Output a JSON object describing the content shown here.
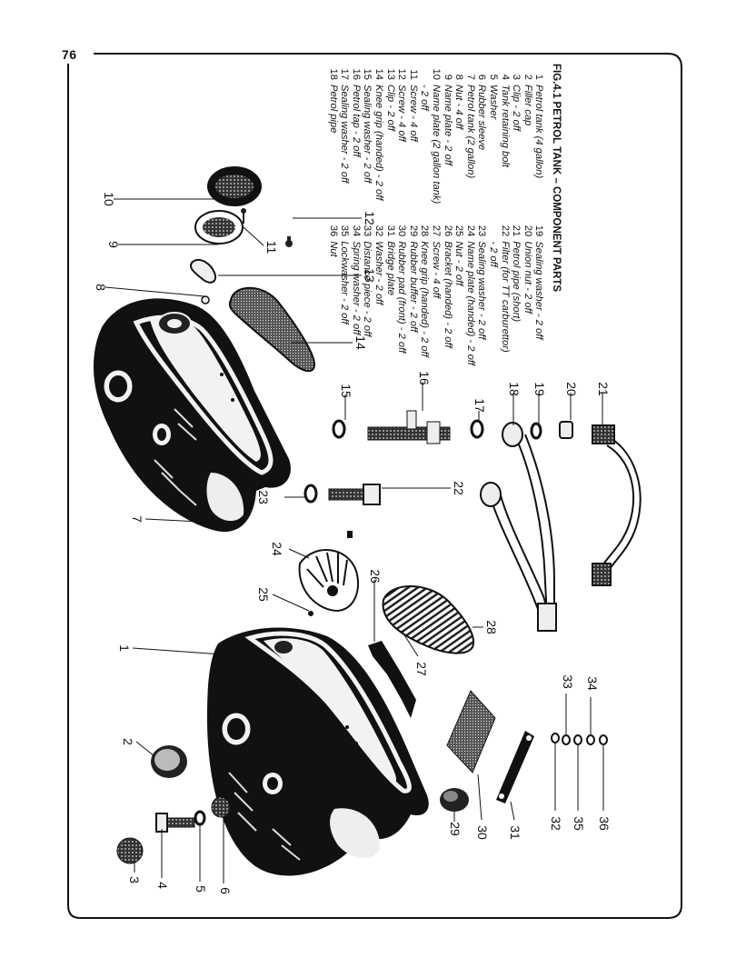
{
  "page": {
    "number": "76"
  },
  "figure": {
    "title": "FIG.4.1 PETROL TANK – COMPONENT PARTS",
    "callouts": [
      "1",
      "2",
      "3",
      "4",
      "5",
      "6",
      "7",
      "8",
      "9",
      "10",
      "11",
      "12",
      "13",
      "14",
      "15",
      "16",
      "17",
      "18",
      "19",
      "20",
      "21",
      "22",
      "23",
      "24",
      "25",
      "26",
      "27",
      "28",
      "29",
      "30",
      "31",
      "32",
      "33",
      "34",
      "35",
      "36"
    ]
  },
  "legend": {
    "col1": [
      {
        "num": "1",
        "text": "Petrol tank (4 gallon)"
      },
      {
        "num": "2",
        "text": "Filler cap"
      },
      {
        "num": "3",
        "text": "Clip - 2 off"
      },
      {
        "num": "4",
        "text": "Tank retaining bolt"
      },
      {
        "num": "5",
        "text": "Washer"
      },
      {
        "num": "6",
        "text": "Rubber sleeve"
      },
      {
        "num": "7",
        "text": "Petrol tank (2 gallon)"
      },
      {
        "num": "8",
        "text": "Nut - 4 off"
      },
      {
        "num": "9",
        "text": "Name plate - 2 off"
      },
      {
        "num": "10",
        "text": "Name plate (2 gallon tank)"
      },
      {
        "num": "",
        "text": "- 2 off"
      },
      {
        "num": "11",
        "text": "Screw - 4 off"
      },
      {
        "num": "12",
        "text": "Screw - 4 off"
      },
      {
        "num": "13",
        "text": "Clip - 2 off"
      },
      {
        "num": "14",
        "text": "Knee grip (handed) - 2 off"
      },
      {
        "num": "15",
        "text": "Sealing washer - 2 off"
      },
      {
        "num": "16",
        "text": "Petrol tap - 2 off"
      },
      {
        "num": "17",
        "text": "Sealing washer - 2 off"
      },
      {
        "num": "18",
        "text": "Petrol pipe"
      }
    ],
    "col2": [
      {
        "num": "19",
        "text": "Sealing washer - 2 off"
      },
      {
        "num": "20",
        "text": "Union nut - 2 off"
      },
      {
        "num": "21",
        "text": "Petrol pipe (short)"
      },
      {
        "num": "22",
        "text": "Filter (for TT carburettor)"
      },
      {
        "num": "",
        "text": "- 2 off"
      },
      {
        "num": "23",
        "text": "Sealing washer - 2 off"
      },
      {
        "num": "24",
        "text": "Name plate (handed) - 2 off"
      },
      {
        "num": "25",
        "text": "Nut - 2 off"
      },
      {
        "num": "26",
        "text": "Bracket (handed) - 2 off"
      },
      {
        "num": "27",
        "text": "Screw - 4 off"
      },
      {
        "num": "28",
        "text": "Knee grip (handed) - 2 off"
      },
      {
        "num": "29",
        "text": "Rubber buffer - 2 off"
      },
      {
        "num": "30",
        "text": "Rubber pad (front) - 2 off"
      },
      {
        "num": "31",
        "text": "Bridge plate"
      },
      {
        "num": "32",
        "text": "Washer - 2 off"
      },
      {
        "num": "33",
        "text": "Distance piece - 2 off"
      },
      {
        "num": "34",
        "text": "Spring washer - 2 off"
      },
      {
        "num": "35",
        "text": "Lockwasher - 2 off"
      },
      {
        "num": "36",
        "text": "Nut"
      }
    ]
  },
  "colors": {
    "ink": "#111111",
    "paper": "#ffffff",
    "chrome": "#f2f2f2"
  }
}
